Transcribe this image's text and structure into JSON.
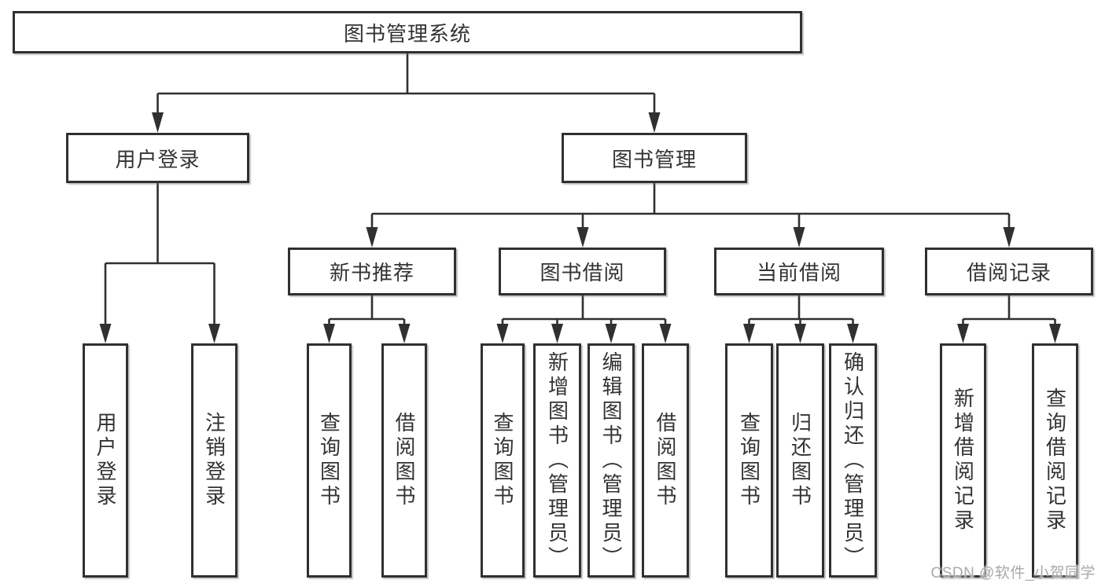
{
  "diagram": {
    "root": {
      "label": "图书管理系统"
    },
    "level2": [
      {
        "label": "用户登录"
      },
      {
        "label": "图书管理"
      }
    ],
    "level3": [
      {
        "label": "新书推荐"
      },
      {
        "label": "图书借阅"
      },
      {
        "label": "当前借阅"
      },
      {
        "label": "借阅记录"
      }
    ],
    "level4": [
      {
        "label": "用户登录"
      },
      {
        "label": "注销登录"
      },
      {
        "label": "查询图书"
      },
      {
        "label": "借阅图书"
      },
      {
        "label": "查询图书"
      },
      {
        "label": "新增图书（管理员）"
      },
      {
        "label": "编辑图书（管理员）"
      },
      {
        "label": "借阅图书"
      },
      {
        "label": "查询图书"
      },
      {
        "label": "归还图书"
      },
      {
        "label": "确认归还（管理员）"
      },
      {
        "label": "新增借阅记录"
      },
      {
        "label": "查询借阅记录"
      }
    ]
  },
  "watermark": {
    "text": "CSDN @软件_小贺同学"
  },
  "colors": {
    "bg": "#ffffff",
    "line": "#303030",
    "border": "#303030",
    "text": "#333333",
    "watermark": "#a9a9a9"
  }
}
